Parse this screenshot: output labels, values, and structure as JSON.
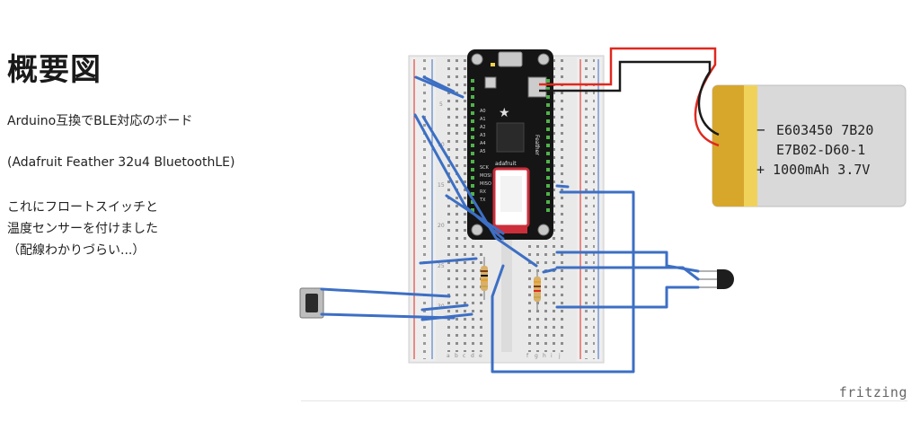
{
  "slide": {
    "title": "概要図",
    "lines": [
      "Arduino互換でBLE対応のボード",
      "(Adafruit Feather 32u4 BluetoothLE)",
      "これにフロートスイッチと",
      "温度センサーを付けました",
      "（配線わかりづらい...）"
    ]
  },
  "battery": {
    "line1": "E603450 7B20",
    "line2": "E7B02-D60-1",
    "line3": "+ 1000mAh 3.7V",
    "minus": "−"
  },
  "board": {
    "name": "adafruit",
    "label": "Feather",
    "pins_left": [
      "A0",
      "A1",
      "A2",
      "A3",
      "A4",
      "A5",
      "SCK",
      "MOSI",
      "MISO",
      "RX",
      "TX"
    ]
  },
  "breadboard": {
    "row_numbers": [
      "5",
      "10",
      "15",
      "20",
      "25",
      "30"
    ],
    "col_letters": [
      "a",
      "b",
      "c",
      "d",
      "e",
      "f",
      "g",
      "h",
      "i",
      "j"
    ]
  },
  "watermark": "fritzing",
  "colors": {
    "wire_blue": "#3d6fc4",
    "wire_red": "#e0281e",
    "wire_black": "#1a1a1a",
    "battery_gold": "#d7a72b",
    "battery_gray": "#d9d9d9",
    "board_black": "#151515",
    "pin_green": "#4fb34a"
  }
}
